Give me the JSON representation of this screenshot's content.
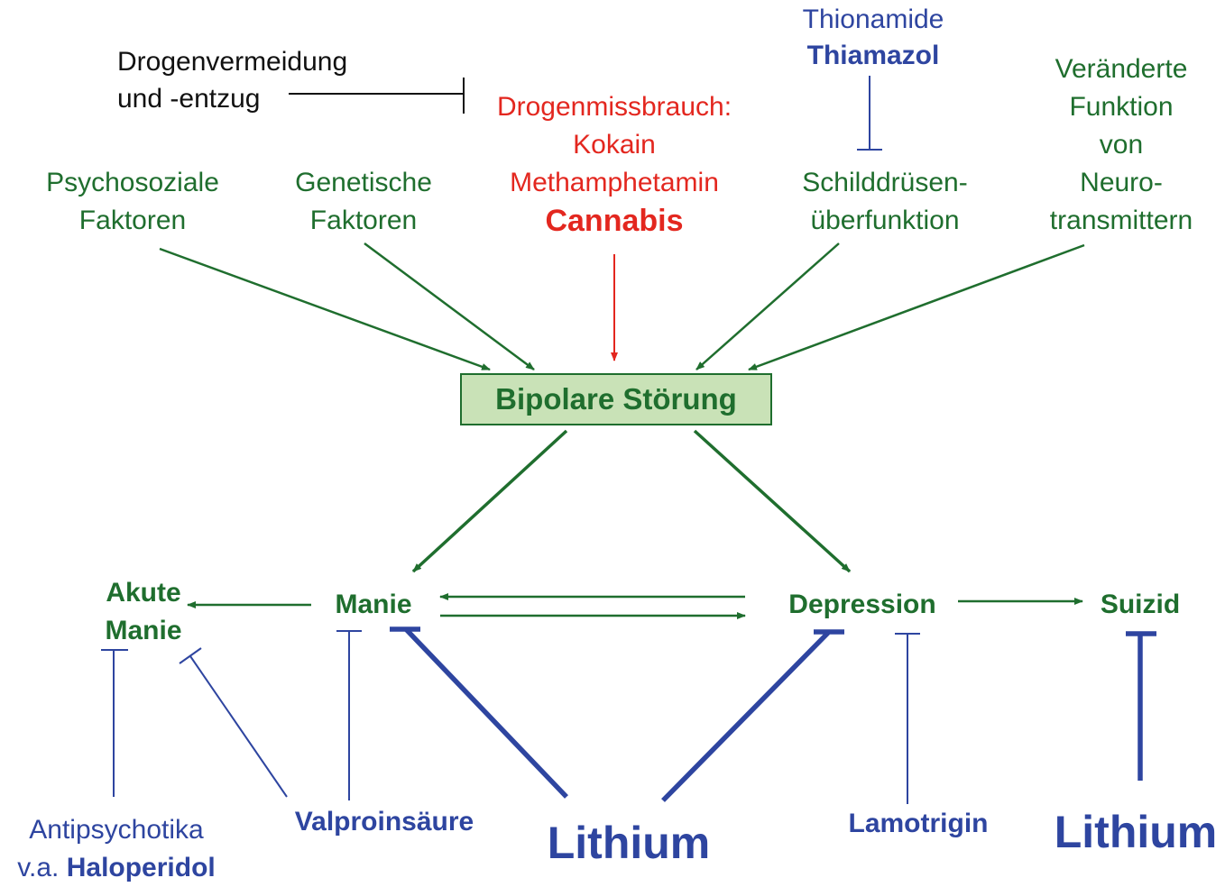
{
  "influences": {
    "avoidance": [
      "Drogenvermeidung",
      "und -entzug"
    ],
    "drug_abuse": {
      "heading": "Drogenmissbrauch:",
      "items": [
        "Kokain",
        "Methamphetamin"
      ],
      "emphasis": "Cannabis"
    },
    "thyroid_drug": {
      "class": "Thionamide",
      "name": "Thiamazol"
    },
    "neuro": [
      "Veränderte",
      "Funktion",
      "von",
      "Neuro-",
      "transmittern"
    ],
    "psychosocial": [
      "Psychosoziale",
      "Faktoren"
    ],
    "genetic": [
      "Genetische",
      "Faktoren"
    ],
    "thyroid": [
      "Schilddrüsen-",
      "überfunktion"
    ]
  },
  "center": {
    "label": "Bipolare Störung"
  },
  "states": {
    "acute_mania": [
      "Akute",
      "Manie"
    ],
    "mania": "Manie",
    "depression": "Depression",
    "suicide": "Suizid"
  },
  "treatments": {
    "antipsychotics": {
      "line1": "Antipsychotika",
      "prefix": "v.a. ",
      "name": "Haloperidol"
    },
    "valproic": "Valproinsäure",
    "lithium_main": "Lithium",
    "lamotrigine": "Lamotrigin",
    "lithium_suicide": "Lithium"
  },
  "colors": {
    "green": "#1f6e2e",
    "blue": "#2e45a0",
    "red": "#e3271f",
    "box_fill": "#c9e2b7",
    "black": "#111111"
  }
}
